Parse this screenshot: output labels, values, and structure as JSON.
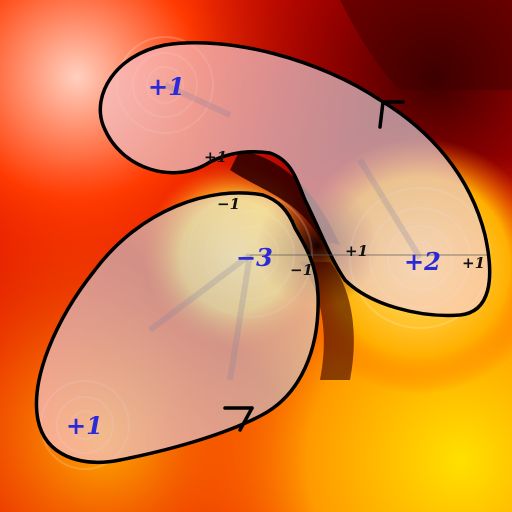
{
  "interior_labels": {
    "top_left": "+1",
    "center": "−3",
    "right": "+2",
    "bottom_left": "+1"
  },
  "crossing_labels": {
    "upper_neck_top": "+1",
    "upper_neck_bottom": "−1",
    "center_left": "−1",
    "center_right": "+1",
    "right_edge": "+1"
  },
  "colors": {
    "field_dark": "#5a0000",
    "field_red": "#e00000",
    "field_orange": "#ff7a00",
    "field_yellow": "#ffe800",
    "region_fill": "#ffc8c8",
    "contour": "#000000",
    "index_label": "#2a2ad8"
  },
  "icons": [
    "contour-direction-arrow",
    "contour-direction-arrow"
  ]
}
